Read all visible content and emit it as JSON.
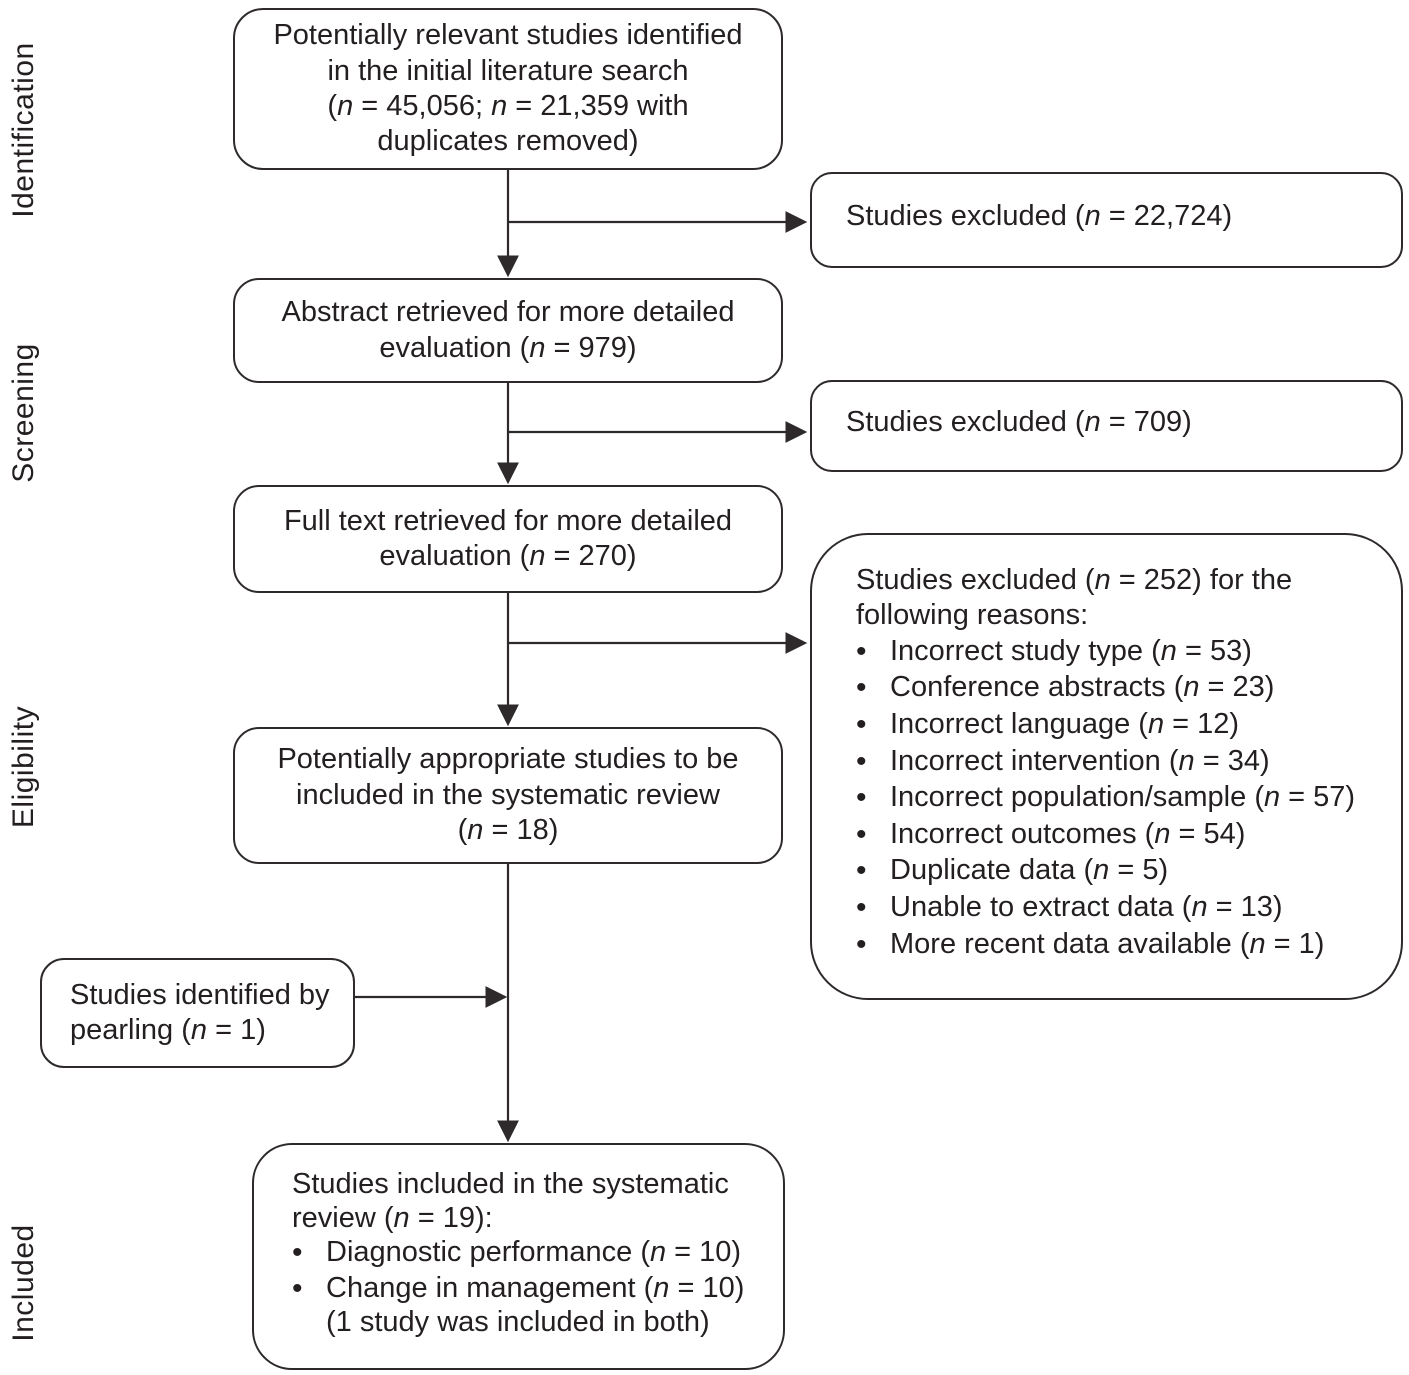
{
  "ui": {
    "bullet": "•"
  },
  "colors": {
    "ink": "#231f20",
    "border": "#2e2a2b",
    "background": "#ffffff"
  },
  "stages": {
    "identification": "Identification",
    "screening": "Screening",
    "eligibility": "Eligibility",
    "included": "Included"
  },
  "boxes": {
    "identified": "Potentially relevant studies identified\nin the initial literature search\n(*n* = 45,056; *n* = 21,359 with\nduplicates removed)",
    "excluded_initial": "Studies excluded (*n* = 22,724)",
    "abstract": "Abstract retrieved for more detailed\nevaluation (*n* = 979)",
    "excluded_abstract": "Studies excluded (*n* = 709)",
    "fulltext": "Full text retrieved for more detailed\nevaluation (*n* = 270)",
    "excluded_fulltext": {
      "intro": "Studies excluded (*n* = 252) for the\nfollowing reasons:",
      "reasons": [
        "Incorrect study type (*n* = 53)",
        "Conference abstracts (*n* = 23)",
        "Incorrect language (*n* = 12)",
        "Incorrect intervention (*n* = 34)",
        "Incorrect population/sample (*n* = 57)",
        "Incorrect outcomes (*n* = 54)",
        "Duplicate data (*n* = 5)",
        "Unable to extract data (*n* = 13)",
        "More recent data available (*n* = 1)"
      ]
    },
    "appropriate": "Potentially appropriate studies to be\nincluded in the systematic review\n(*n* = 18)",
    "pearling": "Studies identified by\npearling (*n* = 1)",
    "included": {
      "intro": "Studies included in the systematic\nreview (*n* = 19):",
      "items": [
        "Diagnostic performance (*n* = 10)",
        "Change in management (*n* = 10)\n(1 study was included in both)"
      ]
    }
  }
}
